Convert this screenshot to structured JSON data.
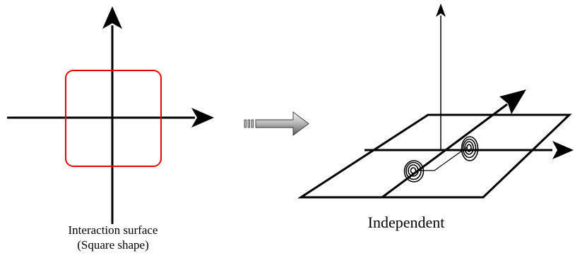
{
  "left_panel": {
    "caption_line1": "Interaction surface",
    "caption_line2": "(Square shape)",
    "square_color": "#e00000"
  },
  "right_panel": {
    "caption": "Independent"
  },
  "colors": {
    "ink": "#000000",
    "arrow_light": "#e0e0e0",
    "arrow_dark": "#606060"
  }
}
